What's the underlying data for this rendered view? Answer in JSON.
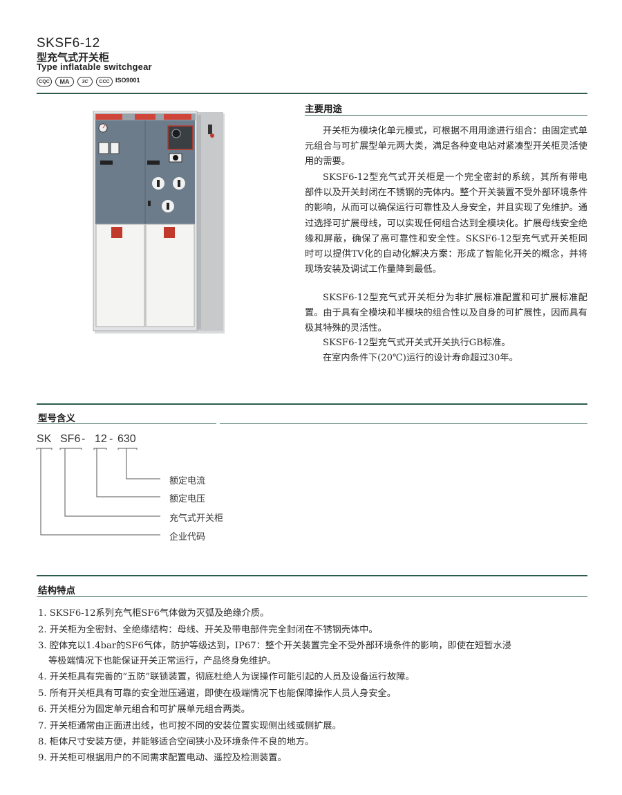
{
  "header": {
    "model": "SKSF6-12",
    "title_cn": "型充气式开关柜",
    "title_en": "Type inflatable switchgear",
    "certifications": [
      "CQC",
      "MA",
      "3C",
      "CCC",
      "ISO9001"
    ]
  },
  "usage": {
    "title": "主要用途",
    "paragraphs": [
      "开关柜为模块化单元模式，可根据不用用途进行组合：由固定式单元组合与可扩展型单元两大类，满足各种变电站对紧凑型开关柜灵活使用的需要。",
      "SKSF6-12型充气式开关柜是一个完全密封的系统，其所有带电部件以及开关封闭在不锈钢的壳体内。整个开关装置不受外部环境条件的影响，从而可以确保运行可靠性及人身安全，并且实现了免维护。通过选择可扩展母线，可以实现任何组合达到全模块化。扩展母线安全绝缘和屏蔽，确保了高可靠性和安全性。SKSF6-12型充气式开关柜同时可以提供TV化的自动化解决方案：形成了智能化开关的概念，并将现场安装及调试工作量降到最低。",
      "SKSF6-12型充气式开关柜分为非扩展标准配置和可扩展标准配置。由于具有全模块和半模块的组合性以及自身的可扩展性，因而具有极其特殊的灵活性。",
      "SKSF6-12型充气式开关式开关执行GB标准。",
      "在室内条件下(20℃)运行的设计寿命超过30年。"
    ]
  },
  "model_meaning": {
    "title": "型号含义",
    "code_parts": [
      "SK",
      "SF6",
      "-",
      "12",
      "-",
      "630"
    ],
    "labels": [
      "额定电流",
      "额定电压",
      "充气式开关柜",
      "企业代码"
    ]
  },
  "features": {
    "title": "结构特点",
    "items": [
      "1. SKSF6-12系列充气柜SF6气体做为灭弧及绝缘介质。",
      "2. 开关柜为全密封、全绝缘结构：母线、开关及带电部件完全封闭在不锈钢壳体中。",
      "3. 腔体充以1.4bar的SF6气体，防护等级达到，IP67：整个开关装置完全不受外部环境条件的影响，即使在短暂水浸",
      "等极端情况下也能保证开关正常运行，产品终身免维护。",
      "4. 开关柜具有完善的“五防”联锁装置，彻底杜绝人为误操作可能引起的人员及设备运行故障。",
      "5. 所有开关柜具有可靠的安全泄压通道，即使在极端情况下也能保障操作人员人身安全。",
      "6. 开关柜分为固定单元组合和可扩展单元组合两类。",
      "7. 开关柜通常由正面进出线，也可按不同的安装位置实现侧出线或侧扩展。",
      "8. 柜体尺寸安装方便，并能够适合空间狭小及环境条件不良的地方。",
      "9. 开关柜可根据用户的不同需求配置电动、遥控及检测装置。"
    ]
  },
  "colors": {
    "rule": "#2d5c4c",
    "panel_gray": "#6e7e8c",
    "door_white": "#f4f4f2",
    "accent_red": "#c0392b"
  }
}
